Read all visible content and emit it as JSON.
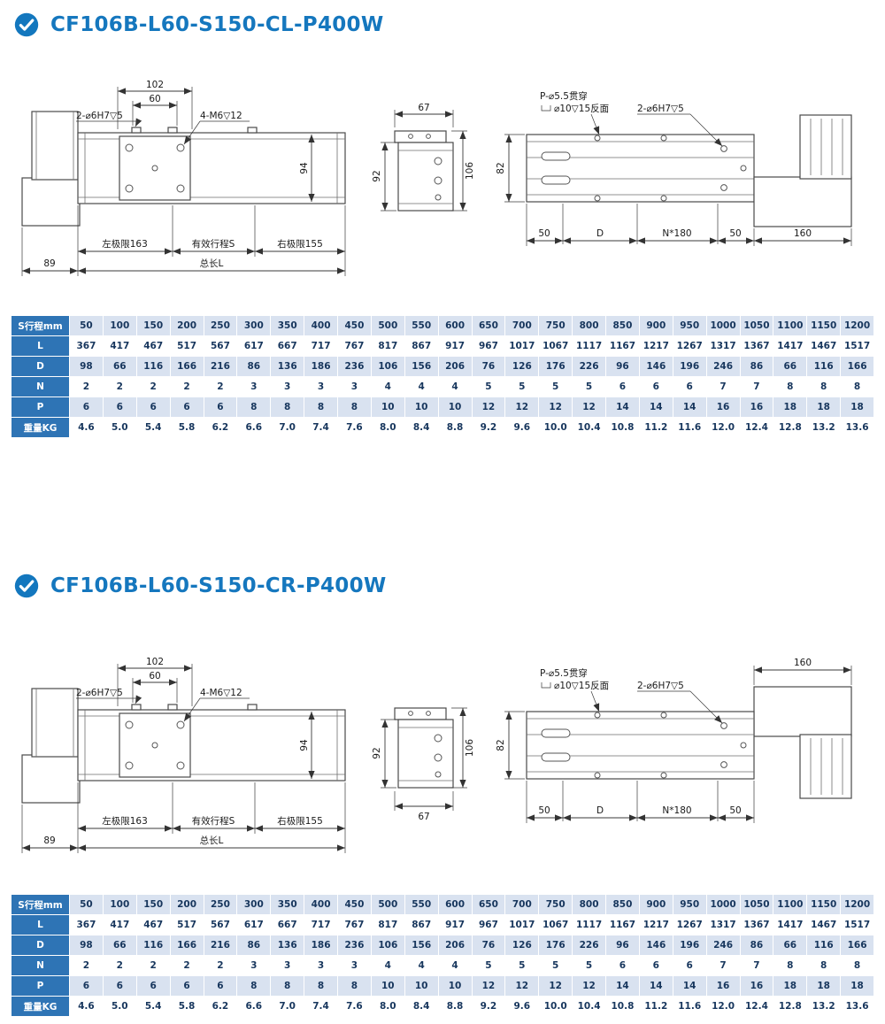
{
  "sections": [
    {
      "title": "CF106B-L60-S150-CL-P400W"
    },
    {
      "title": "CF106B-L60-S150-CR-P400W"
    }
  ],
  "drawing_labels": {
    "dim_102": "102",
    "dim_60": "60",
    "label_2_o6h7_front": "2-⌀6H7▽5",
    "label_4_m6": "4-M6▽12",
    "dim_94": "94",
    "left_limit": "左极限163",
    "effective_stroke": "有效行程S",
    "right_limit": "右极限155",
    "total_length": "总长L",
    "dim_89": "89",
    "dim_67": "67",
    "dim_92": "92",
    "dim_106": "106",
    "label_p_holes": "P-⌀5.5贯穿",
    "label_counterbore": "⌀10▽15反面",
    "label_2_o6h7_top": "2-⌀6H7▽5",
    "dim_82": "82",
    "dim_50_left": "50",
    "dim_D": "D",
    "dim_N180": "N*180",
    "dim_50_right": "50",
    "dim_160": "160"
  },
  "spec_table": {
    "rows": [
      {
        "label": "S行程mm",
        "values": [
          "50",
          "100",
          "150",
          "200",
          "250",
          "300",
          "350",
          "400",
          "450",
          "500",
          "550",
          "600",
          "650",
          "700",
          "750",
          "800",
          "850",
          "900",
          "950",
          "1000",
          "1050",
          "1100",
          "1150",
          "1200"
        ]
      },
      {
        "label": "L",
        "values": [
          "367",
          "417",
          "467",
          "517",
          "567",
          "617",
          "667",
          "717",
          "767",
          "817",
          "867",
          "917",
          "967",
          "1017",
          "1067",
          "1117",
          "1167",
          "1217",
          "1267",
          "1317",
          "1367",
          "1417",
          "1467",
          "1517"
        ]
      },
      {
        "label": "D",
        "values": [
          "98",
          "66",
          "116",
          "166",
          "216",
          "86",
          "136",
          "186",
          "236",
          "106",
          "156",
          "206",
          "76",
          "126",
          "176",
          "226",
          "96",
          "146",
          "196",
          "246",
          "86",
          "66",
          "116",
          "166"
        ]
      },
      {
        "label": "N",
        "values": [
          "2",
          "2",
          "2",
          "2",
          "2",
          "3",
          "3",
          "3",
          "3",
          "4",
          "4",
          "4",
          "5",
          "5",
          "5",
          "5",
          "6",
          "6",
          "6",
          "7",
          "7",
          "8",
          "8",
          "8"
        ]
      },
      {
        "label": "P",
        "values": [
          "6",
          "6",
          "6",
          "6",
          "6",
          "8",
          "8",
          "8",
          "8",
          "10",
          "10",
          "10",
          "12",
          "12",
          "12",
          "12",
          "14",
          "14",
          "14",
          "16",
          "16",
          "18",
          "18",
          "18"
        ]
      },
      {
        "label": "重量KG",
        "values": [
          "4.6",
          "5.0",
          "5.4",
          "5.8",
          "6.2",
          "6.6",
          "7.0",
          "7.4",
          "7.6",
          "8.0",
          "8.4",
          "8.8",
          "9.2",
          "9.6",
          "10.0",
          "10.4",
          "10.8",
          "11.2",
          "11.6",
          "12.0",
          "12.4",
          "12.8",
          "13.2",
          "13.6"
        ]
      }
    ]
  },
  "colors": {
    "accent_blue": "#1577be",
    "table_header_bg": "#2e74b5",
    "table_alt_row": "#d9e2f0"
  }
}
